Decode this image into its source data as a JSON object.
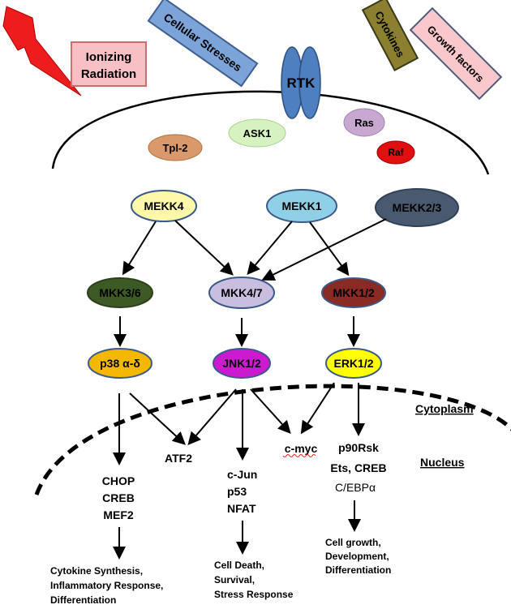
{
  "stimuli": {
    "ionizing": "Ionizing Radiation",
    "ionizing_line1": "Ionizing",
    "ionizing_line2": "Radiation",
    "cellular_stresses": "Cellular Stresses",
    "cytokines": "Cytokines",
    "growth_factors": "Growth factors"
  },
  "membrane": {
    "receptor": "RTK",
    "tpl2": "Tpl-2",
    "ask1": "ASK1",
    "ras": "Ras",
    "raf": "Raf"
  },
  "mapkkk": {
    "mekk4": "MEKK4",
    "mekk1": "MEKK1",
    "mekk23": "MEKK2/3"
  },
  "mapkk": {
    "mkk36": "MKK3/6",
    "mkk47": "MKK4/7",
    "mkk12": "MKK1/2"
  },
  "mapk": {
    "p38": "p38 α-δ",
    "jnk": "JNK1/2",
    "erk": "ERK1/2"
  },
  "compartments": {
    "cytoplasm": "Cytoplasm",
    "nucleus": "Nucleus"
  },
  "targets": {
    "atf2": "ATF2",
    "cmyc": "c-myc",
    "p38_targets": [
      "CHOP",
      "CREB",
      "MEF2"
    ],
    "jnk_targets": [
      "c-Jun",
      "p53",
      "NFAT"
    ],
    "erk_targets": [
      "p90Rsk",
      "Ets, CREB",
      "C/EBPα"
    ]
  },
  "outcomes": {
    "p38": [
      "Cytokine Synthesis,",
      "Inflammatory Response,",
      "Differentiation"
    ],
    "jnk": [
      "Cell Death,",
      "Survival,",
      "Stress Response"
    ],
    "erk": [
      "Cell growth,",
      "Development,",
      "Differentiation"
    ]
  },
  "colors": {
    "mekk4": "#fff8a8",
    "mekk1": "#8fd0e6",
    "mekk23": "#4a5a6e",
    "mkk36": "#3d5a25",
    "mkk47": "#c9bde0",
    "mkk12": "#8a2a24",
    "p38": "#f5b800",
    "jnk": "#cc1ad0",
    "erk": "#ffff00",
    "tpl2": "#d9996a",
    "ask1": "#d6f2c0",
    "ras": "#c8a8d0",
    "raf": "#e01010",
    "rtk": "#4e7fbf",
    "ionizing_box": "#f8c0c4",
    "cellular_box": "#7ca4d8",
    "cytokines_box": "#8a8030",
    "growth_box": "#fac8cc",
    "bolt": "#ee1c1c"
  }
}
